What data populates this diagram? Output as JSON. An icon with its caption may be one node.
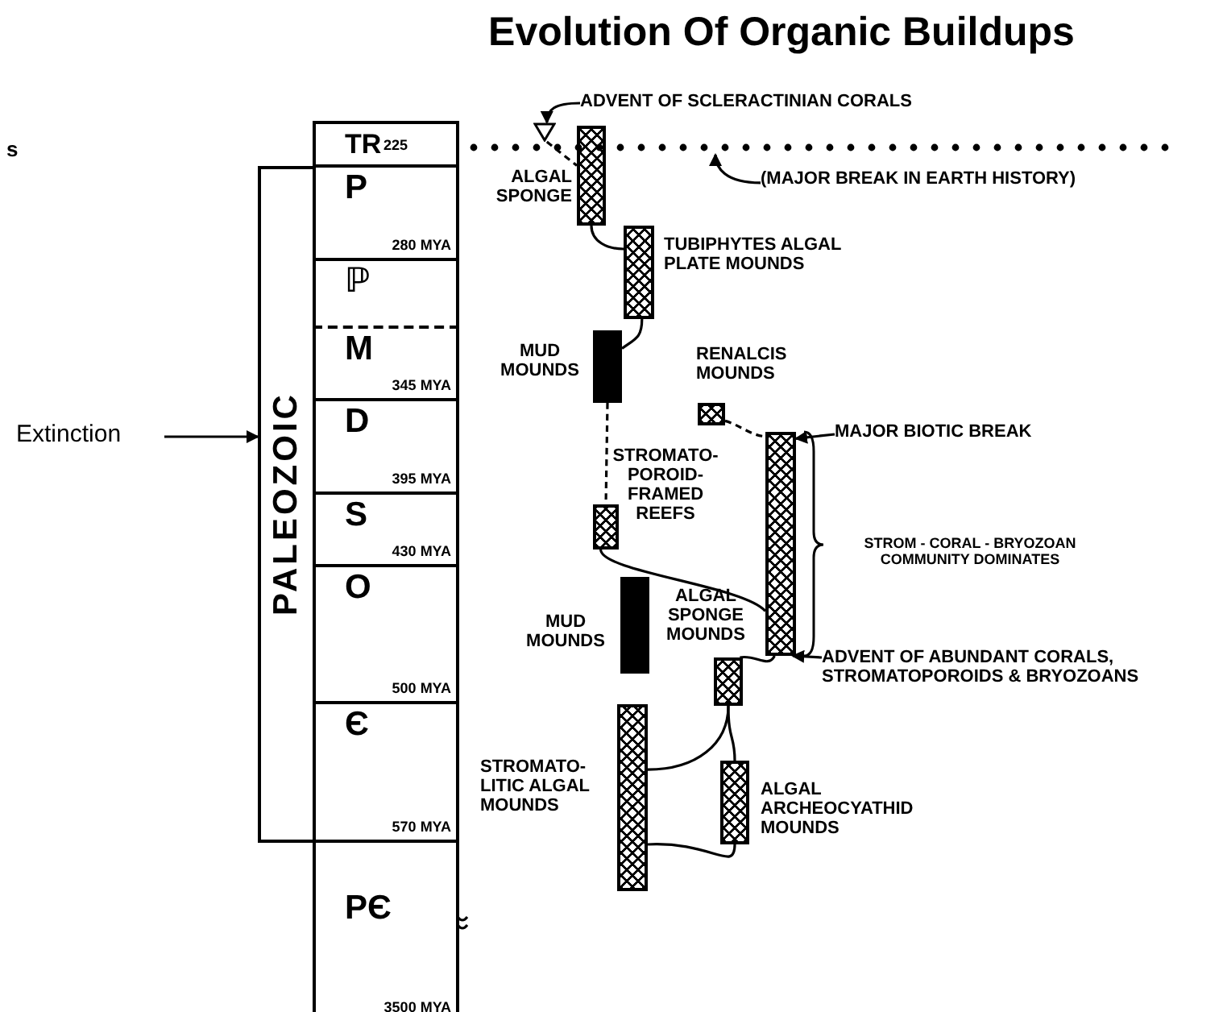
{
  "diagram": {
    "title": "Evolution Of Organic Buildups",
    "nodes": [
      {
        "text": [
          "PALEOZOIC"
        ]
      },
      {
        "text": [
          "TR",
          "225"
        ]
      },
      {
        "text": [
          "P",
          "280 MYA"
        ]
      },
      {
        "text": [
          "ℙ"
        ]
      },
      {
        "text": [
          "M",
          "345 MYA"
        ]
      },
      {
        "text": [
          "D",
          "395 MYA"
        ]
      },
      {
        "text": [
          "S",
          "430 MYA"
        ]
      },
      {
        "text": [
          "O",
          "500 MYA"
        ]
      },
      {
        "text": [
          "Є",
          "570 MYA"
        ]
      },
      {
        "text": [
          "PЄ",
          "3500 MYA"
        ]
      },
      {
        "text": [
          "Extinction"
        ]
      },
      {
        "text": [],
        "shape": "bar",
        "beside": [
          "ALGAL SPONGE"
        ]
      },
      {
        "text": [],
        "shape": "bar",
        "beside": [
          "TUBIPHYTES ALGAL PLATE MOUNDS"
        ]
      },
      {
        "text": [],
        "shape": "bar",
        "beside": [
          "MUD MOUNDS"
        ]
      },
      {
        "text": [],
        "shape": "bar",
        "beside": [
          "RENALCIS MOUNDS"
        ]
      },
      {
        "text": [],
        "shape": "bar"
      },
      {
        "text": [],
        "shape": "bar",
        "beside": [
          "STROMATO- POROID- FRAMED REEFS"
        ]
      },
      {
        "text": [],
        "shape": "bar",
        "beside": [
          "MUD MOUNDS"
        ]
      },
      {
        "text": [],
        "shape": "bar",
        "beside": [
          "ALGAL SPONGE MOUNDS"
        ]
      },
      {
        "text": [],
        "shape": "bar",
        "beside": [
          "STROMATO- LITIC ALGAL MOUNDS"
        ]
      },
      {
        "text": [],
        "shape": "bar",
        "beside": [
          "ALGAL ARCHEOCYATHID MOUNDS"
        ]
      },
      {
        "text": [
          "ADVENT OF SCLERACTINIAN CORALS"
        ]
      },
      {
        "text": [],
        "shape": "triangle"
      },
      {
        "text": [],
        "shape": "line"
      },
      {
        "text": [
          "(MAJOR BREAK IN EARTH HISTORY)"
        ]
      },
      {
        "text": [
          "MAJOR BIOTIC BREAK"
        ]
      },
      {
        "text": [
          "ADVENT OF ABUNDANT CORALS, STROMATOPOROIDS & BRYOZOANS"
        ]
      }
    ],
    "edges": [
      {
        "from": 10,
        "to": 0,
        "arrow": "to"
      },
      {
        "from": 21,
        "to": 22,
        "arrow": "to"
      },
      {
        "from": 22,
        "to": 11,
        "arrow": "none",
        "style": "dashed"
      },
      {
        "from": 24,
        "to": 23,
        "arrow": "to"
      },
      {
        "from": 11,
        "to": 12,
        "arrow": "none"
      },
      {
        "from": 12,
        "to": 13,
        "arrow": "none"
      },
      {
        "from": 13,
        "to": 16,
        "arrow": "none",
        "style": "dashed"
      },
      {
        "from": 14,
        "to": 15,
        "arrow": "none",
        "style": "dashed"
      },
      {
        "from": 16,
        "to": 15,
        "arrow": "none"
      },
      {
        "from": 25,
        "to": 15,
        "arrow": "to"
      },
      {
        "from": 18,
        "to": 15,
        "arrow": "none"
      },
      {
        "from": 26,
        "to": 15,
        "arrow": "to"
      },
      {
        "from": 18,
        "to": 19,
        "arrow": "none"
      },
      {
        "from": 18,
        "to": 20,
        "arrow": "none"
      },
      {
        "from": 19,
        "to": 20,
        "arrow": "none"
      }
    ],
    "labels": [
      "s",
      "STROM - CORAL - BRYOZOAN COMMUNITY DOMINATES"
    ]
  }
}
